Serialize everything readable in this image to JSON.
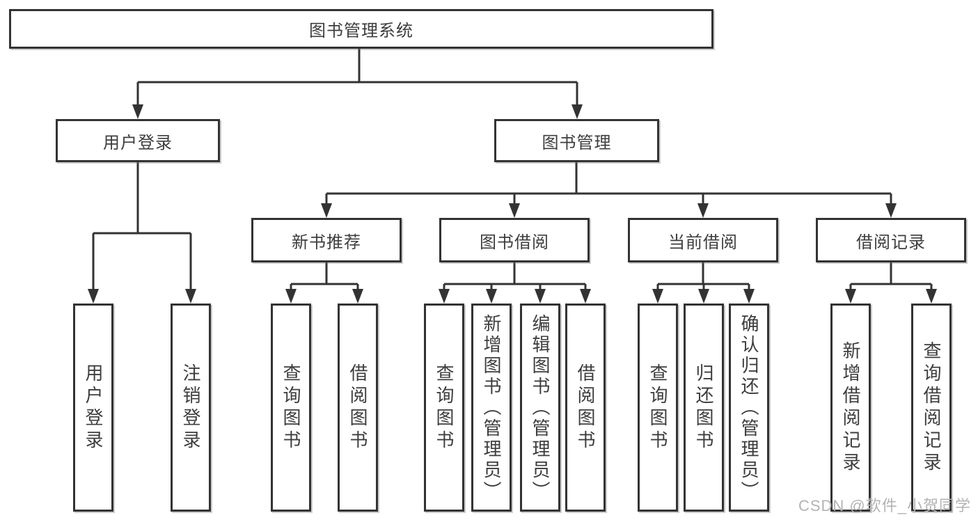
{
  "nodes": {
    "root": "图书管理系统",
    "user_login": "用户登录",
    "book_mgmt": "图书管理",
    "new_book_rec": "新书推荐",
    "book_borrow": "图书借阅",
    "current_borrow": "当前借阅",
    "borrow_records": "借阅记录"
  },
  "leaves": [
    {
      "label": "用户登录"
    },
    {
      "label": "注销登录"
    },
    {
      "label": "查询图书"
    },
    {
      "label": "借阅图书"
    },
    {
      "label": "查询图书"
    },
    {
      "label": "新增图书（管理员）"
    },
    {
      "label": "编辑图书（管理员）"
    },
    {
      "label": "借阅图书"
    },
    {
      "label": "查询图书"
    },
    {
      "label": "归还图书"
    },
    {
      "label": "确认归还（管理员）"
    },
    {
      "label": "新增借阅记录"
    },
    {
      "label": "查询借阅记录"
    }
  ],
  "watermark": "CSDN @软件_小贺同学",
  "colors": {
    "line": "#333333",
    "text": "#3d3d3d",
    "watermark": "#b3b3b3"
  }
}
